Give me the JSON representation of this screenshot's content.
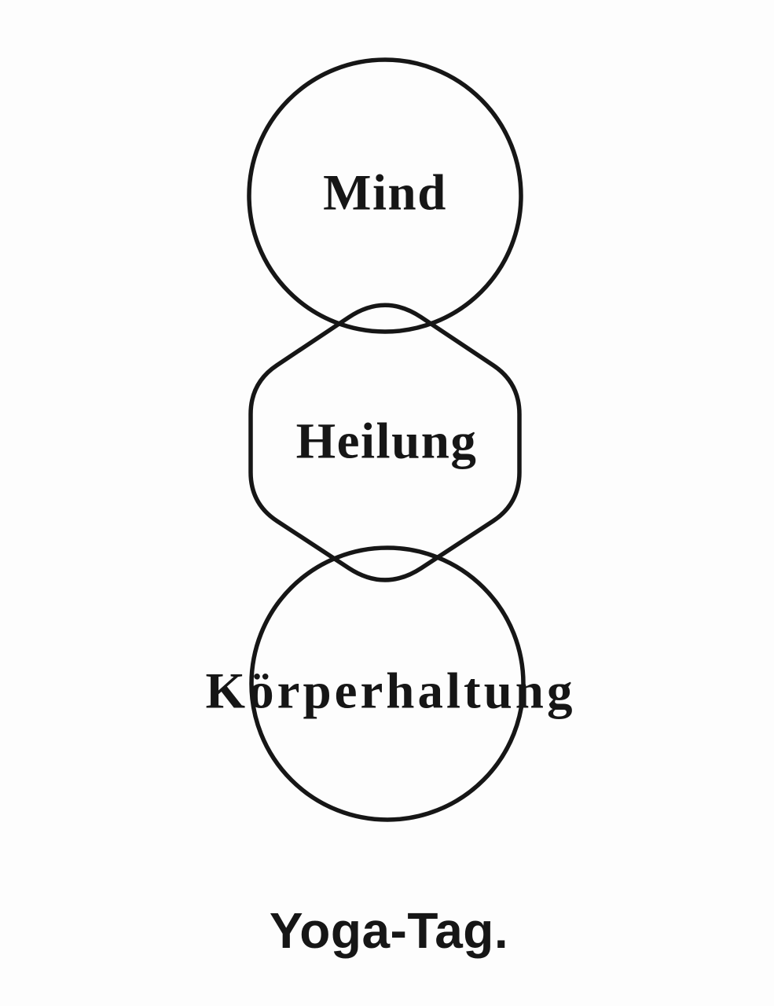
{
  "poster": {
    "title": "Yoga-Tag."
  },
  "diagram": {
    "nodes": [
      {
        "shape": "circle",
        "label": "Mind"
      },
      {
        "shape": "rounded-hexagon",
        "label": "Heilung"
      },
      {
        "shape": "circle",
        "label": "Körperhaltung"
      }
    ]
  },
  "colors": {
    "ink": "#161616",
    "background": "#fdfdfd"
  }
}
